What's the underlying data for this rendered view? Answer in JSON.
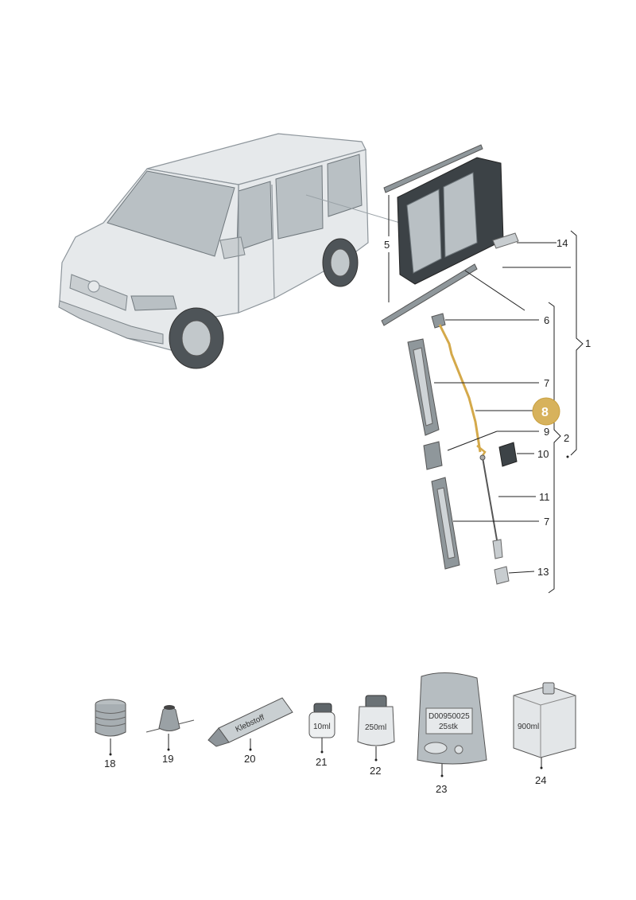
{
  "callouts": {
    "c1": "1",
    "c2": "2",
    "c5": "5",
    "c6": "6",
    "c7a": "7",
    "c7b": "7",
    "c8": "8",
    "c9": "9",
    "c10": "10",
    "c11": "11",
    "c13": "13",
    "c14": "14",
    "c18": "18",
    "c19": "19",
    "c20": "20",
    "c21": "21",
    "c22": "22",
    "c23": "23",
    "c24": "24"
  },
  "product_labels": {
    "tube": "Klebstoff",
    "bottle_small": "10ml",
    "can": "250ml",
    "bag_line1": "D00950025",
    "bag_line2": "25stk",
    "box": "900ml"
  },
  "colors": {
    "highlight_badge": "#d7b25c",
    "highlighted_part": "#d4a94a"
  }
}
